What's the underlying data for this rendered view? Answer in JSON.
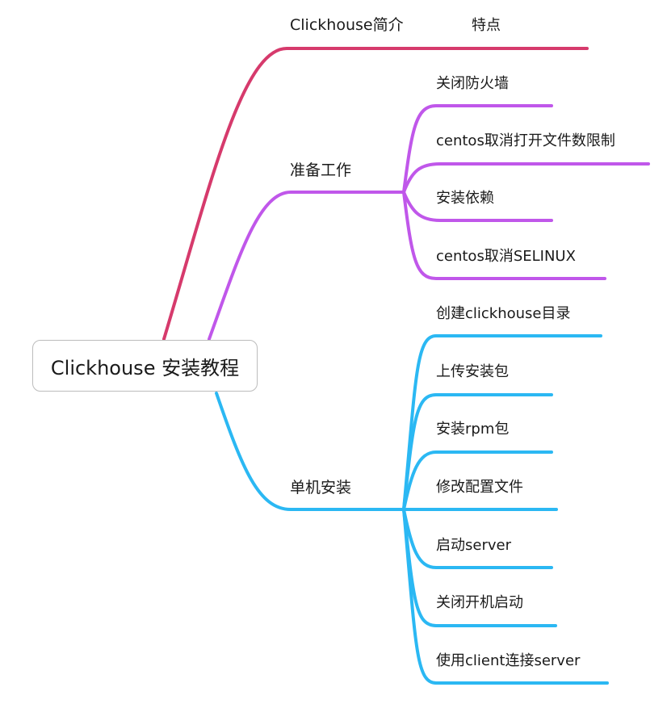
{
  "root": {
    "label": "Clickhouse 安装教程"
  },
  "colors": {
    "branch1": "#d63a6c",
    "branch2": "#c057ea",
    "branch3": "#2bb8f3"
  },
  "branches": [
    {
      "label": "Clickhouse简介",
      "color": "#d63a6c",
      "children": [
        {
          "label": "特点"
        }
      ]
    },
    {
      "label": "准备工作",
      "color": "#c057ea",
      "children": [
        {
          "label": "关闭防火墙"
        },
        {
          "label": "centos取消打开文件数限制"
        },
        {
          "label": "安装依赖"
        },
        {
          "label": "centos取消SELINUX"
        }
      ]
    },
    {
      "label": "单机安装",
      "color": "#2bb8f3",
      "children": [
        {
          "label": "创建clickhouse目录"
        },
        {
          "label": "上传安装包"
        },
        {
          "label": "安装rpm包"
        },
        {
          "label": "修改配置文件"
        },
        {
          "label": "启动server"
        },
        {
          "label": "关闭开机启动"
        },
        {
          "label": "使用client连接server"
        }
      ]
    }
  ]
}
